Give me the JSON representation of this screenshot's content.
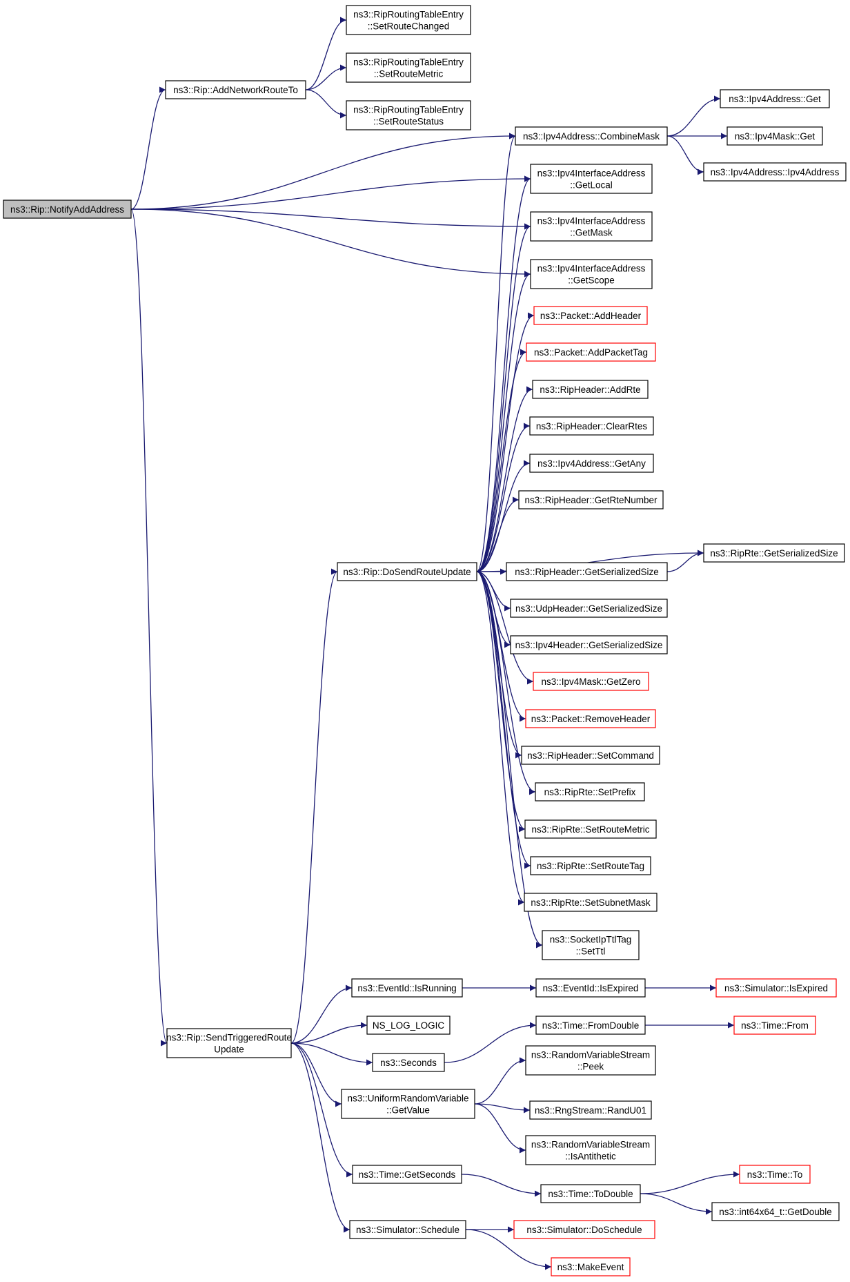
{
  "colors": {
    "edge": "#191970",
    "root_fill": "#bfbfbf",
    "node_border": "#000000",
    "undocumented_border": "#ff0000",
    "background": "#ffffff"
  },
  "nodes": [
    {
      "id": "notify",
      "lines": [
        "ns3::Rip::NotifyAddAddress"
      ],
      "root": true
    },
    {
      "id": "addnet",
      "lines": [
        "ns3::Rip::AddNetworkRouteTo"
      ]
    },
    {
      "id": "rc",
      "lines": [
        "ns3::RipRoutingTableEntry",
        "::SetRouteChanged"
      ]
    },
    {
      "id": "rm",
      "lines": [
        "ns3::RipRoutingTableEntry",
        "::SetRouteMetric"
      ]
    },
    {
      "id": "rs",
      "lines": [
        "ns3::RipRoutingTableEntry",
        "::SetRouteStatus"
      ]
    },
    {
      "id": "combine",
      "lines": [
        "ns3::Ipv4Address::CombineMask"
      ]
    },
    {
      "id": "a4get",
      "lines": [
        "ns3::Ipv4Address::Get"
      ]
    },
    {
      "id": "m4get",
      "lines": [
        "ns3::Ipv4Mask::Get"
      ]
    },
    {
      "id": "a4ctor",
      "lines": [
        "ns3::Ipv4Address::Ipv4Address"
      ]
    },
    {
      "id": "getlocal",
      "lines": [
        "ns3::Ipv4InterfaceAddress",
        "::GetLocal"
      ]
    },
    {
      "id": "getmask",
      "lines": [
        "ns3::Ipv4InterfaceAddress",
        "::GetMask"
      ]
    },
    {
      "id": "getscope",
      "lines": [
        "ns3::Ipv4InterfaceAddress",
        "::GetScope"
      ]
    },
    {
      "id": "addheader",
      "lines": [
        "ns3::Packet::AddHeader"
      ],
      "red": true
    },
    {
      "id": "addtag",
      "lines": [
        "ns3::Packet::AddPacketTag"
      ],
      "red": true
    },
    {
      "id": "addrte",
      "lines": [
        "ns3::RipHeader::AddRte"
      ]
    },
    {
      "id": "clearrtes",
      "lines": [
        "ns3::RipHeader::ClearRtes"
      ]
    },
    {
      "id": "getany",
      "lines": [
        "ns3::Ipv4Address::GetAny"
      ]
    },
    {
      "id": "rtenum",
      "lines": [
        "ns3::RipHeader::GetRteNumber"
      ]
    },
    {
      "id": "dosend",
      "lines": [
        "ns3::Rip::DoSendRouteUpdate"
      ]
    },
    {
      "id": "rteser",
      "lines": [
        "ns3::RipRte::GetSerializedSize"
      ]
    },
    {
      "id": "hdrser",
      "lines": [
        "ns3::RipHeader::GetSerializedSize"
      ]
    },
    {
      "id": "udpser",
      "lines": [
        "ns3::UdpHeader::GetSerializedSize"
      ]
    },
    {
      "id": "ip4ser",
      "lines": [
        "ns3::Ipv4Header::GetSerializedSize"
      ]
    },
    {
      "id": "getzero",
      "lines": [
        "ns3::Ipv4Mask::GetZero"
      ],
      "red": true
    },
    {
      "id": "remhdr",
      "lines": [
        "ns3::Packet::RemoveHeader"
      ],
      "red": true
    },
    {
      "id": "setcmd",
      "lines": [
        "ns3::RipHeader::SetCommand"
      ]
    },
    {
      "id": "setprefix",
      "lines": [
        "ns3::RipRte::SetPrefix"
      ]
    },
    {
      "id": "setmetric",
      "lines": [
        "ns3::RipRte::SetRouteMetric"
      ]
    },
    {
      "id": "settag",
      "lines": [
        "ns3::RipRte::SetRouteTag"
      ]
    },
    {
      "id": "setsubnet",
      "lines": [
        "ns3::RipRte::SetSubnetMask"
      ]
    },
    {
      "id": "setttl",
      "lines": [
        "ns3::SocketIpTtlTag",
        "::SetTtl"
      ]
    },
    {
      "id": "isrunning",
      "lines": [
        "ns3::EventId::IsRunning"
      ]
    },
    {
      "id": "isexpired",
      "lines": [
        "ns3::EventId::IsExpired"
      ]
    },
    {
      "id": "simexp",
      "lines": [
        "ns3::Simulator::IsExpired"
      ],
      "red": true
    },
    {
      "id": "sendtrig",
      "lines": [
        "ns3::Rip::SendTriggeredRoute",
        "Update"
      ]
    },
    {
      "id": "nslog",
      "lines": [
        "NS_LOG_LOGIC"
      ]
    },
    {
      "id": "fromdouble",
      "lines": [
        "ns3::Time::FromDouble"
      ]
    },
    {
      "id": "timefrom",
      "lines": [
        "ns3::Time::From"
      ],
      "red": true
    },
    {
      "id": "seconds",
      "lines": [
        "ns3::Seconds"
      ]
    },
    {
      "id": "peek",
      "lines": [
        "ns3::RandomVariableStream",
        "::Peek"
      ]
    },
    {
      "id": "urvget",
      "lines": [
        "ns3::UniformRandomVariable",
        "::GetValue"
      ]
    },
    {
      "id": "randu01",
      "lines": [
        "ns3::RngStream::RandU01"
      ]
    },
    {
      "id": "isanti",
      "lines": [
        "ns3::RandomVariableStream",
        "::IsAntithetic"
      ]
    },
    {
      "id": "getsec",
      "lines": [
        "ns3::Time::GetSeconds"
      ]
    },
    {
      "id": "timeto",
      "lines": [
        "ns3::Time::To"
      ],
      "red": true
    },
    {
      "id": "todouble",
      "lines": [
        "ns3::Time::ToDouble"
      ]
    },
    {
      "id": "int64",
      "lines": [
        "ns3::int64x64_t::GetDouble"
      ]
    },
    {
      "id": "schedule",
      "lines": [
        "ns3::Simulator::Schedule"
      ]
    },
    {
      "id": "dosched",
      "lines": [
        "ns3::Simulator::DoSchedule"
      ],
      "red": true
    },
    {
      "id": "makeevent",
      "lines": [
        "ns3::MakeEvent"
      ],
      "red": true
    }
  ],
  "edges": [
    [
      "notify",
      "addnet"
    ],
    [
      "notify",
      "combine"
    ],
    [
      "notify",
      "getlocal"
    ],
    [
      "notify",
      "getmask"
    ],
    [
      "notify",
      "getscope"
    ],
    [
      "notify",
      "sendtrig"
    ],
    [
      "addnet",
      "rc"
    ],
    [
      "addnet",
      "rm"
    ],
    [
      "addnet",
      "rs"
    ],
    [
      "combine",
      "a4get"
    ],
    [
      "combine",
      "m4get"
    ],
    [
      "combine",
      "a4ctor"
    ],
    [
      "dosend",
      "combine"
    ],
    [
      "dosend",
      "getlocal"
    ],
    [
      "dosend",
      "getmask"
    ],
    [
      "dosend",
      "getscope"
    ],
    [
      "dosend",
      "addheader"
    ],
    [
      "dosend",
      "addtag"
    ],
    [
      "dosend",
      "addrte"
    ],
    [
      "dosend",
      "clearrtes"
    ],
    [
      "dosend",
      "getany"
    ],
    [
      "dosend",
      "rtenum"
    ],
    [
      "dosend",
      "rteser"
    ],
    [
      "dosend",
      "hdrser"
    ],
    [
      "dosend",
      "udpser"
    ],
    [
      "dosend",
      "ip4ser"
    ],
    [
      "dosend",
      "getzero"
    ],
    [
      "dosend",
      "remhdr"
    ],
    [
      "dosend",
      "setcmd"
    ],
    [
      "dosend",
      "setprefix"
    ],
    [
      "dosend",
      "setmetric"
    ],
    [
      "dosend",
      "settag"
    ],
    [
      "dosend",
      "setsubnet"
    ],
    [
      "dosend",
      "setttl"
    ],
    [
      "hdrser",
      "rteser"
    ],
    [
      "sendtrig",
      "dosend"
    ],
    [
      "sendtrig",
      "isrunning"
    ],
    [
      "sendtrig",
      "nslog"
    ],
    [
      "sendtrig",
      "seconds"
    ],
    [
      "sendtrig",
      "urvget"
    ],
    [
      "sendtrig",
      "getsec"
    ],
    [
      "sendtrig",
      "schedule"
    ],
    [
      "isrunning",
      "isexpired"
    ],
    [
      "isexpired",
      "simexp"
    ],
    [
      "seconds",
      "fromdouble"
    ],
    [
      "fromdouble",
      "timefrom"
    ],
    [
      "urvget",
      "peek"
    ],
    [
      "urvget",
      "randu01"
    ],
    [
      "urvget",
      "isanti"
    ],
    [
      "getsec",
      "todouble"
    ],
    [
      "todouble",
      "timeto"
    ],
    [
      "todouble",
      "int64"
    ],
    [
      "schedule",
      "dosched"
    ],
    [
      "schedule",
      "makeevent"
    ]
  ]
}
